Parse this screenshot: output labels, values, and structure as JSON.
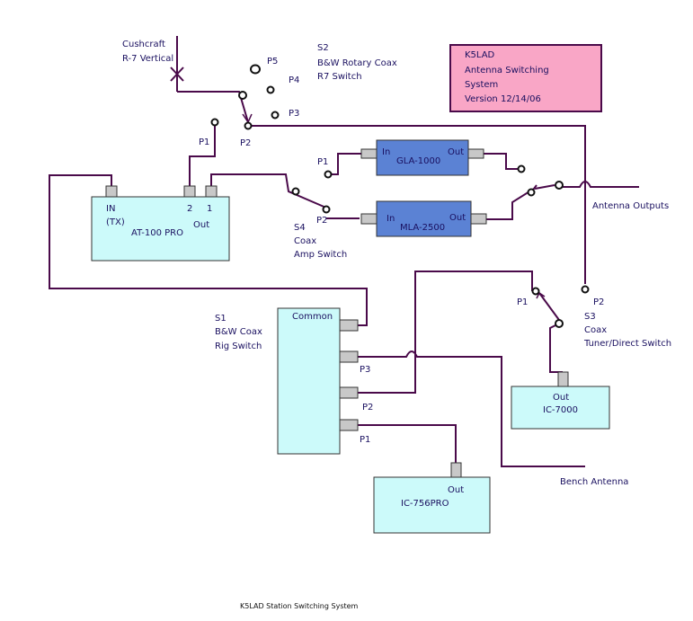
{
  "title_box": {
    "line1": "K5LAD",
    "line2": "Antenna Switching",
    "line3": "System",
    "line4": "Version 12/14/06"
  },
  "antenna": {
    "line1": "Cushcraft",
    "line2": "R-7 Vertical"
  },
  "s2": {
    "line1": "S2",
    "line2": "B&W Rotary Coax",
    "line3": "R7 Switch",
    "p1": "P1",
    "p2": "P2",
    "p3": "P3",
    "p4": "P4",
    "p5": "P5"
  },
  "tuner": {
    "name": "AT-100 PRO",
    "in_label": "IN",
    "tx_label": "(TX)",
    "port2": "2",
    "port1": "1",
    "out_label": "Out"
  },
  "amp_gla": {
    "name": "GLA-1000",
    "in": "In",
    "out": "Out",
    "p1": "P1"
  },
  "amp_mla": {
    "name": "MLA-2500",
    "in": "In",
    "out": "Out"
  },
  "s4": {
    "p2": "P2",
    "line1": "S4",
    "line2": "Coax",
    "line3": "Amp Switch"
  },
  "antenna_outputs": "Antenna Outputs",
  "s1": {
    "line1": "S1",
    "line2": "B&W Coax",
    "line3": "Rig Switch",
    "common": "Common",
    "p3": "P3",
    "p2": "P2",
    "p1": "P1"
  },
  "s3": {
    "p1": "P1",
    "p2": "P2",
    "line1": "S3",
    "line2": "Coax",
    "line3": "Tuner/Direct Switch"
  },
  "ic7000": {
    "out": "Out",
    "name": "IC-7000"
  },
  "ic756": {
    "out": "Out",
    "name": "IC-756PRO"
  },
  "bench_antenna": "Bench Antenna",
  "footer": "K5LAD Station Switching System",
  "colors": {
    "line": "#4a0a4a",
    "box_cyan": "#ccfafa",
    "box_blue": "#5b82d4",
    "title_pink": "#f9a6c6",
    "connector": "#c8c8c8",
    "text": "#1a1060"
  }
}
